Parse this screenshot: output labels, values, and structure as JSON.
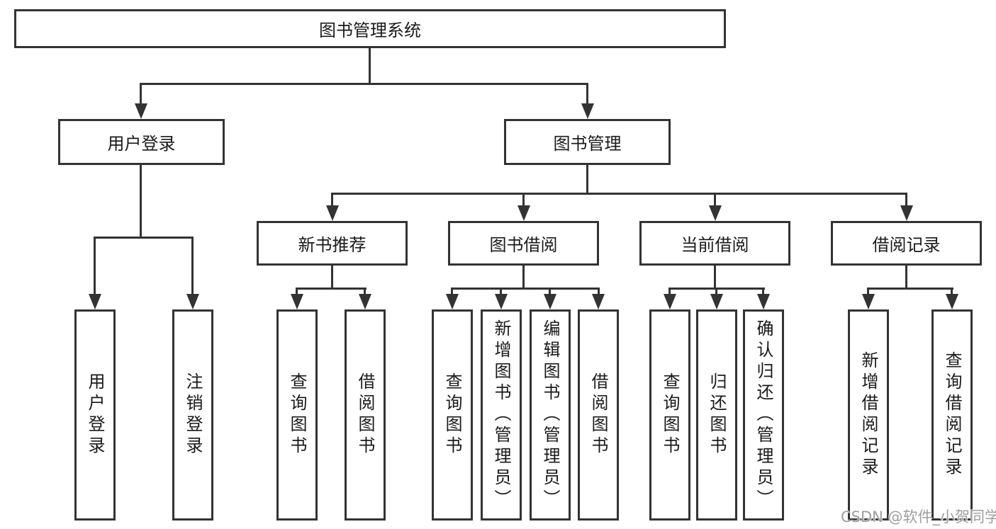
{
  "tree": {
    "root": {
      "label": "图书管理系统"
    },
    "children": [
      {
        "label": "用户登录",
        "children": [
          {
            "label": "用户登录"
          },
          {
            "label": "注销登录"
          }
        ]
      },
      {
        "label": "图书管理",
        "children": [
          {
            "label": "新书推荐",
            "children": [
              {
                "label": "查询图书"
              },
              {
                "label": "借阅图书"
              }
            ]
          },
          {
            "label": "图书借阅",
            "children": [
              {
                "label": "查询图书"
              },
              {
                "label": "新增图书（管理员）"
              },
              {
                "label": "编辑图书（管理员）"
              },
              {
                "label": "借阅图书"
              }
            ]
          },
          {
            "label": "当前借阅",
            "children": [
              {
                "label": "查询图书"
              },
              {
                "label": "归还图书"
              },
              {
                "label": "确认归还（管理员）"
              }
            ]
          },
          {
            "label": "借阅记录",
            "children": [
              {
                "label": "新增借阅记录"
              },
              {
                "label": "查询借阅记录"
              }
            ]
          }
        ]
      }
    ]
  },
  "watermark": {
    "text": "CSDN @软件_小贺同学"
  },
  "colors": {
    "line": "#333333",
    "text": "#1a1a1a",
    "box_background": "#ffffff",
    "watermark": "#9e9e9e"
  }
}
